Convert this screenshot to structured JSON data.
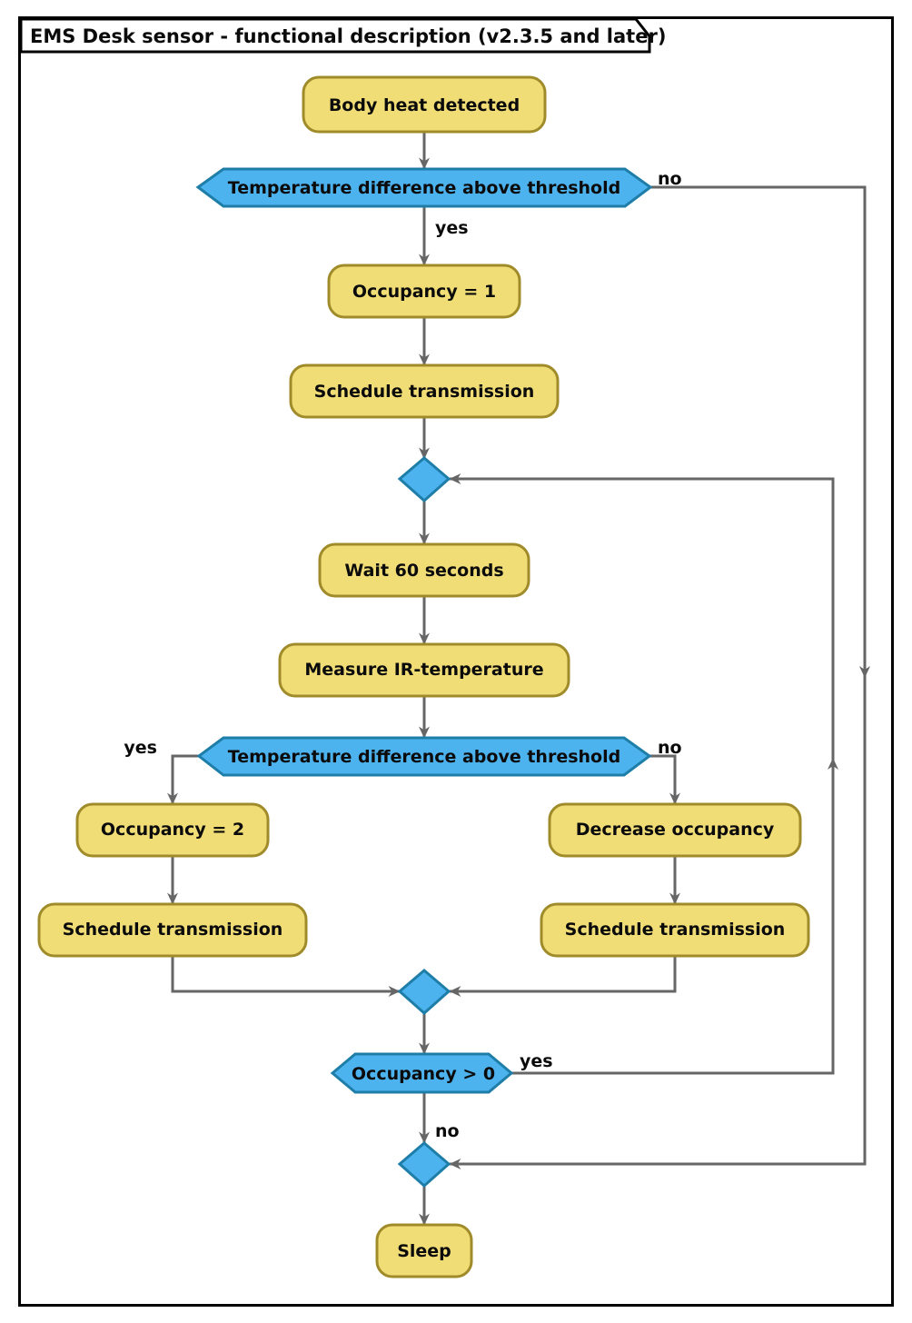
{
  "diagram": {
    "type": "uml-activity-diagram",
    "frame_title": "EMS Desk sensor - functional description (v2.3.5 and later)",
    "colors": {
      "activity_fill": "#F1DD76",
      "activity_stroke": "#A08B2B",
      "decision_fill": "#4DB3EF",
      "decision_stroke": "#1F7EA8",
      "edge_stroke": "#666666",
      "frame_stroke": "#000000",
      "text": "#0B0B0B",
      "background": "#FFFFFF"
    },
    "nodes": [
      {
        "id": "start",
        "kind": "activity",
        "label": "Body heat detected"
      },
      {
        "id": "dec1",
        "kind": "decision",
        "label": "Temperature difference above threshold"
      },
      {
        "id": "occ1",
        "kind": "activity",
        "label": "Occupancy = 1"
      },
      {
        "id": "sched1",
        "kind": "activity",
        "label": "Schedule transmission"
      },
      {
        "id": "merge1",
        "kind": "merge",
        "label": ""
      },
      {
        "id": "wait",
        "kind": "activity",
        "label": "Wait 60 seconds"
      },
      {
        "id": "measure",
        "kind": "activity",
        "label": "Measure IR-temperature"
      },
      {
        "id": "dec2",
        "kind": "decision",
        "label": "Temperature difference above threshold"
      },
      {
        "id": "occ2",
        "kind": "activity",
        "label": "Occupancy = 2"
      },
      {
        "id": "sched2",
        "kind": "activity",
        "label": "Schedule transmission"
      },
      {
        "id": "decrease",
        "kind": "activity",
        "label": "Decrease occupancy"
      },
      {
        "id": "sched3",
        "kind": "activity",
        "label": "Schedule transmission"
      },
      {
        "id": "merge2",
        "kind": "merge",
        "label": ""
      },
      {
        "id": "dec3",
        "kind": "decision",
        "label": "Occupancy > 0"
      },
      {
        "id": "merge3",
        "kind": "merge",
        "label": ""
      },
      {
        "id": "sleep",
        "kind": "activity",
        "label": "Sleep"
      }
    ],
    "edge_labels": {
      "dec1_no": "no",
      "dec1_yes": "yes",
      "dec2_yes": "yes",
      "dec2_no": "no",
      "dec3_yes": "yes",
      "dec3_no": "no"
    },
    "edges": [
      {
        "from": "start",
        "to": "dec1",
        "label": ""
      },
      {
        "from": "dec1",
        "to": "occ1",
        "label": "yes"
      },
      {
        "from": "dec1",
        "to": "merge3",
        "label": "no"
      },
      {
        "from": "occ1",
        "to": "sched1",
        "label": ""
      },
      {
        "from": "sched1",
        "to": "merge1",
        "label": ""
      },
      {
        "from": "merge1",
        "to": "wait",
        "label": ""
      },
      {
        "from": "wait",
        "to": "measure",
        "label": ""
      },
      {
        "from": "measure",
        "to": "dec2",
        "label": ""
      },
      {
        "from": "dec2",
        "to": "occ2",
        "label": "yes"
      },
      {
        "from": "dec2",
        "to": "decrease",
        "label": "no"
      },
      {
        "from": "occ2",
        "to": "sched2",
        "label": ""
      },
      {
        "from": "decrease",
        "to": "sched3",
        "label": ""
      },
      {
        "from": "sched2",
        "to": "merge2",
        "label": ""
      },
      {
        "from": "sched3",
        "to": "merge2",
        "label": ""
      },
      {
        "from": "merge2",
        "to": "dec3",
        "label": ""
      },
      {
        "from": "dec3",
        "to": "merge1",
        "label": "yes"
      },
      {
        "from": "dec3",
        "to": "merge3",
        "label": "no"
      },
      {
        "from": "merge3",
        "to": "sleep",
        "label": ""
      }
    ]
  }
}
